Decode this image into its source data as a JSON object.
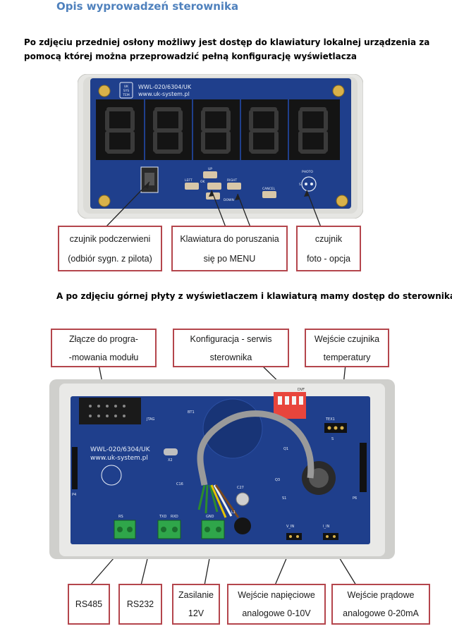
{
  "heading": "Opis wyprowadzeń sterownika",
  "intro": {
    "line1": "Po zdjęciu przedniej osłony możliwy jest dostęp do klawiatury lokalnej urządzenia za",
    "line2": "pomocą której można przeprowadzić pełną konfigurację wyświetlacza"
  },
  "board1": {
    "model": "WWL-020/6304/UK",
    "url": "www.uk-system.pl",
    "logo_line1": "UK",
    "logo_line2": "SYS",
    "logo_line3": "TEM",
    "btn_up": "UP",
    "btn_left": "LEFT",
    "btn_ok": "OK",
    "btn_right": "RIGHT",
    "btn_down": "DOWN",
    "btn_cancel": "CANCEL",
    "photo_label": "PHOTO",
    "photo_s": "S"
  },
  "callouts1": {
    "ir": {
      "line1": "czujnik podczerwieni",
      "line2": "(odbiór sygn. z pilota)"
    },
    "keypad": {
      "line1": "Klawiatura do poruszania",
      "line2": "się po MENU"
    },
    "photo": {
      "line1": "czujnik",
      "line2": "foto - opcja"
    }
  },
  "mid_text": "A po zdjęciu górnej płyty z wyświetlaczem i klawiaturą mamy dostęp do sterownika",
  "callouts2": {
    "prog": {
      "line1": "Złącze do progra-",
      "line2": "-mowania modułu"
    },
    "config": {
      "line1": "Konfiguracja - serwis",
      "line2": "sterownika"
    },
    "temp": {
      "line1": "Wejście czujnika",
      "line2": "temperatury"
    },
    "rs485": {
      "line1": "RS485"
    },
    "rs232": {
      "line1": "RS232"
    },
    "power": {
      "line1": "Zasilanie",
      "line2": "12V"
    },
    "voltage": {
      "line1": "Wejście napięciowe",
      "line2": "analogowe 0-10V"
    },
    "current": {
      "line1": "Wejście prądowe",
      "line2": "analogowe 0-20mA"
    }
  },
  "board2": {
    "model": "WWL-020/6304/UK",
    "url": "www.uk-system.pl",
    "jtag": "JTAG",
    "bt1": "BT1",
    "x2": "X2",
    "dvf": "DVF",
    "tex1": "TEX1",
    "p4": "P4",
    "p6": "P6",
    "q1": "Q1",
    "q3": "Q3",
    "l1": "L1",
    "c27": "C27",
    "s1": "S1",
    "c16": "C16",
    "gnd": "GND",
    "v_in": "V_IN",
    "i_in": "I_IN",
    "rs": "RS",
    "txd": "TXD",
    "rxd": "RXD",
    "s": "S"
  },
  "colors": {
    "heading": "#4f81bd",
    "callout_border": "#b4454c",
    "pcb_blue": "#1f3f8c",
    "enclosure": "#e8e8e6"
  }
}
